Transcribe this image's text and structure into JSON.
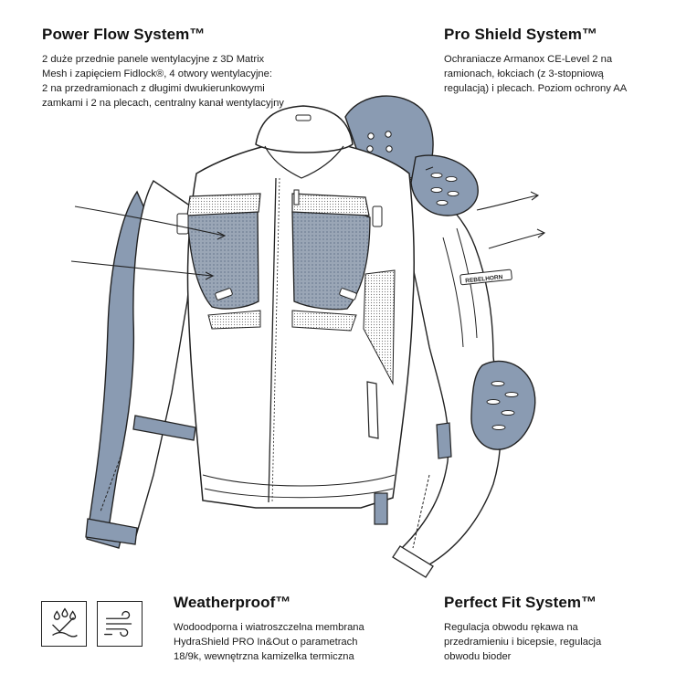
{
  "features": {
    "power_flow": {
      "title": "Power Flow System™",
      "lines": [
        "2 duże przednie panele wentylacyjne z 3D Matrix",
        "Mesh i zapięciem Fidlock®, 4 otwory wentylacyjne:",
        "2 na przedramionach z długimi dwukierunkowymi",
        "zamkami i 2 na plecach, centralny kanał wentylacyjny"
      ]
    },
    "pro_shield": {
      "title": "Pro Shield System™",
      "lines": [
        "Ochraniacze Armanox CE-Level 2 na",
        "ramionach, łokciach (z 3-stopniową",
        "regulacją) i plecach. Poziom ochrony AA"
      ]
    },
    "weatherproof": {
      "title": "Weatherproof™",
      "lines": [
        "Wodoodporna i wiatroszczelna membrana",
        "HydraShield PRO In&Out o parametrach",
        "18/9k, wewnętrzna kamizelka termiczna"
      ]
    },
    "perfect_fit": {
      "title": "Perfect Fit System™",
      "lines": [
        "Regulacja obwodu rękawa na",
        "przedramieniu i bicepsie, regulacja",
        "obwodu bioder"
      ]
    }
  },
  "jacket": {
    "brand_label": "REBELHORN"
  },
  "icons": {
    "weather_icon_1": "water-drops-wind-icon",
    "weather_icon_2": "wind-stream-icon"
  },
  "colors": {
    "protector_blue": "#8a9bb2",
    "mesh_blue": "#9aa6b6",
    "outline": "#222222",
    "jacket_fill": "#ffffff"
  }
}
